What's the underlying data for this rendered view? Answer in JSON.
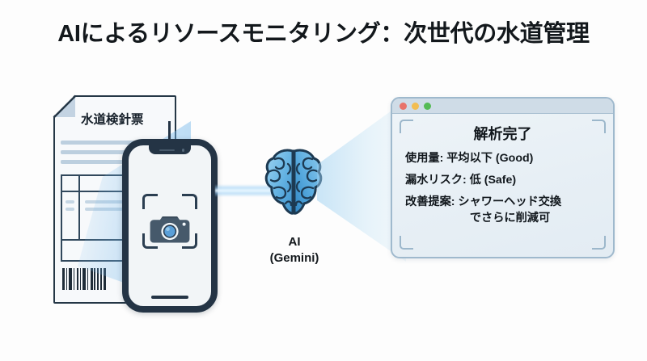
{
  "slide": {
    "title": "AIによるリソースモニタリング：次世代の水道管理",
    "background_color": "#fdfdfd",
    "title_color": "#13181c"
  },
  "document": {
    "name": "water-meter-slip",
    "title": "水道検針票",
    "icon": "document-icon",
    "barcode_icon": "barcode-icon",
    "paper_color": "#f7f9fb",
    "outline_color": "#253746",
    "fold_color": "#c3d3e2"
  },
  "phone": {
    "name": "smartphone-scanner",
    "frame_color": "#243445",
    "screen_color": "#f2f5f7",
    "camera_icon": "camera-icon",
    "scan_frame_icon": "scan-brackets-icon",
    "lens_color": "#5a9fd8"
  },
  "ai": {
    "icon": "brain-icon",
    "label_line1": "AI",
    "label_line2": "(Gemini)",
    "label_color": "#13181c",
    "brain_color_light": "#7ec3ea",
    "brain_color_dark": "#1d3a52",
    "beam_color": "#96cdf5"
  },
  "result_window": {
    "name": "analysis-result-window",
    "traffic_lights": [
      {
        "name": "close-dot",
        "color": "#e8736a"
      },
      {
        "name": "minimize-dot",
        "color": "#f2bd52"
      },
      {
        "name": "maximize-dot",
        "color": "#55bb55"
      }
    ],
    "heading": "解析完了",
    "lines": [
      "使用量: 平均以下 (Good)",
      "漏水リスク: 低 (Safe)"
    ],
    "suggestion_line1": "改善提案: シャワーヘッド交換",
    "suggestion_line2": "でさらに削減可",
    "titlebar_color": "#cfdce7",
    "body_color": "#e9f1f6",
    "border_color": "#9fb9cd",
    "text_color": "#12181d"
  }
}
